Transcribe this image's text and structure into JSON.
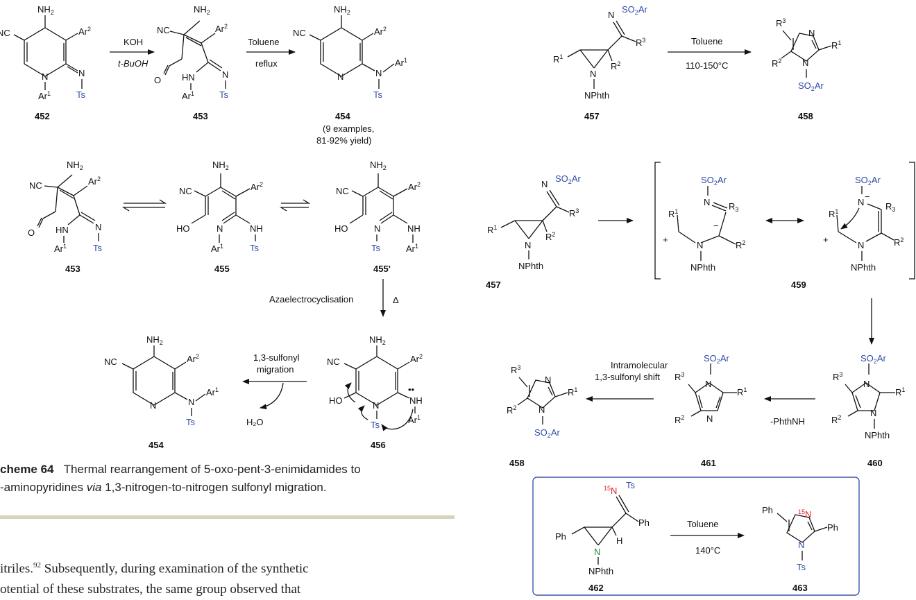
{
  "scheme64": {
    "compounds": {
      "c452": "452",
      "c453": "453",
      "c454": "454",
      "c455": "455",
      "c455p": "455'",
      "c456": "456"
    },
    "yield_note": [
      "(9 examples,",
      "81-92% yield)"
    ],
    "conditions": {
      "koh": "KOH",
      "tbuoh": "t-BuOH",
      "toluene": "Toluene",
      "reflux": "reflux",
      "azaelectro": "Azaelectrocyclisation",
      "delta": "Δ",
      "migration1": "1,3-sulfonyl",
      "migration2": "migration",
      "water": "H₂O"
    }
  },
  "scheme_right": {
    "compounds": {
      "c457": "457",
      "c458": "458",
      "c459": "459",
      "c460": "460",
      "c461": "461",
      "c462": "462",
      "c463": "463"
    },
    "conditions": {
      "toluene": "Toluene",
      "temp1": "110-150°C",
      "intramol1": "Intramolecular",
      "intramol2": "1,3-sulfonyl shift",
      "phthnh": "-PhthNH",
      "temp2": "140°C"
    }
  },
  "caption": {
    "label": "cheme 64",
    "line1": "Thermal rearrangement of 5-oxo-pent-3-enimidamides to",
    "line2_pre": "-aminopyridines ",
    "line2_via": "via",
    "line2_post": " 1,3-nitrogen-to-nitrogen sulfonyl migration."
  },
  "body": {
    "line1_pre": "itriles.",
    "line1_ref": "92",
    "line1_post": " Subsequently, during examination of the synthetic",
    "line2": "otential of these substrates, the same group observed that"
  },
  "colors": {
    "blue": "#2e4aa8",
    "red": "#e0262c",
    "green": "#1c8a3a",
    "rule": "#d9d3b9"
  }
}
